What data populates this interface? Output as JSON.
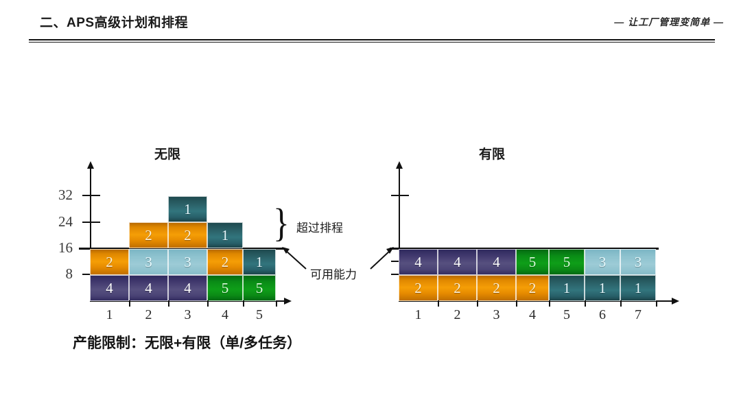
{
  "header": {
    "title": "二、APS高级计划和排程",
    "tagline": "— 让工厂管理变简单 —"
  },
  "caption": "产能限制：无限+有限（单/多任务）",
  "annotations": {
    "over_schedule": "超过排程",
    "available_capacity": "可用能力",
    "brace_glyph": "}"
  },
  "charts": {
    "left": {
      "title": "无限",
      "y_ticks": [
        "32",
        "24",
        "16",
        "8"
      ],
      "x_ticks": [
        "1",
        "2",
        "3",
        "4",
        "5"
      ],
      "capacity_level": "16"
    },
    "right": {
      "title": "有限",
      "y_ticks": [],
      "x_ticks": [
        "1",
        "2",
        "3",
        "4",
        "5",
        "6",
        "7"
      ],
      "capacity_level": "16"
    }
  },
  "chart_data": [
    {
      "type": "bar",
      "name": "infinite-capacity-load",
      "title": "无限",
      "xlabel": "",
      "ylabel": "",
      "categories": [
        "1",
        "2",
        "3",
        "4",
        "5"
      ],
      "ylim": [
        0,
        36
      ],
      "ytick_values": [
        8,
        16,
        24,
        32
      ],
      "capacity_line": 16,
      "stacked": true,
      "segments": [
        {
          "category": "1",
          "stack": [
            {
              "label": "4",
              "color": "#4b4476",
              "value": 8
            },
            {
              "label": "2",
              "color": "#f59e06",
              "value": 8
            }
          ]
        },
        {
          "category": "2",
          "stack": [
            {
              "label": "4",
              "color": "#4b4476",
              "value": 8
            },
            {
              "label": "3",
              "color": "#9ccbd6",
              "value": 8
            },
            {
              "label": "2",
              "color": "#f59e06",
              "value": 8
            }
          ]
        },
        {
          "category": "3",
          "stack": [
            {
              "label": "4",
              "color": "#4b4476",
              "value": 8
            },
            {
              "label": "3",
              "color": "#9ccbd6",
              "value": 8
            },
            {
              "label": "2",
              "color": "#f59e06",
              "value": 8
            },
            {
              "label": "1",
              "color": "#32757d",
              "value": 8
            }
          ]
        },
        {
          "category": "4",
          "stack": [
            {
              "label": "5",
              "color": "#0f9e19",
              "value": 8
            },
            {
              "label": "2",
              "color": "#f59e06",
              "value": 8
            },
            {
              "label": "1",
              "color": "#32757d",
              "value": 8
            }
          ]
        },
        {
          "category": "5",
          "stack": [
            {
              "label": "5",
              "color": "#0f9e19",
              "value": 8
            },
            {
              "label": "1",
              "color": "#32757d",
              "value": 8
            }
          ]
        }
      ]
    },
    {
      "type": "bar",
      "name": "finite-capacity-load",
      "title": "有限",
      "xlabel": "",
      "ylabel": "",
      "categories": [
        "1",
        "2",
        "3",
        "4",
        "5",
        "6",
        "7"
      ],
      "ylim": [
        0,
        36
      ],
      "capacity_line": 16,
      "stacked": true,
      "segments": [
        {
          "category": "1",
          "stack": [
            {
              "label": "2",
              "color": "#f59e06",
              "value": 8
            },
            {
              "label": "4",
              "color": "#4b4476",
              "value": 8
            }
          ]
        },
        {
          "category": "2",
          "stack": [
            {
              "label": "2",
              "color": "#f59e06",
              "value": 8
            },
            {
              "label": "4",
              "color": "#4b4476",
              "value": 8
            }
          ]
        },
        {
          "category": "3",
          "stack": [
            {
              "label": "2",
              "color": "#f59e06",
              "value": 8
            },
            {
              "label": "4",
              "color": "#4b4476",
              "value": 8
            }
          ]
        },
        {
          "category": "4",
          "stack": [
            {
              "label": "2",
              "color": "#f59e06",
              "value": 8
            },
            {
              "label": "5",
              "color": "#0f9e19",
              "value": 8
            }
          ]
        },
        {
          "category": "5",
          "stack": [
            {
              "label": "1",
              "color": "#32757d",
              "value": 8
            },
            {
              "label": "5",
              "color": "#0f9e19",
              "value": 8
            }
          ]
        },
        {
          "category": "6",
          "stack": [
            {
              "label": "1",
              "color": "#32757d",
              "value": 8
            },
            {
              "label": "3",
              "color": "#9ccbd6",
              "value": 8
            }
          ]
        },
        {
          "category": "7",
          "stack": [
            {
              "label": "1",
              "color": "#32757d",
              "value": 8
            },
            {
              "label": "3",
              "color": "#9ccbd6",
              "value": 8
            }
          ]
        }
      ]
    }
  ],
  "blocks": {
    "left": {
      "row_top": [
        "1"
      ],
      "row_mid": [
        "2",
        "2",
        "1"
      ],
      "row_cap": [
        "2",
        "3",
        "3",
        "2",
        "1"
      ],
      "row_base": [
        "4",
        "4",
        "4",
        "5",
        "5"
      ]
    },
    "right": {
      "row_top": [
        "4",
        "4",
        "4",
        "5",
        "5",
        "3",
        "3"
      ],
      "row_base": [
        "2",
        "2",
        "2",
        "2",
        "1",
        "1",
        "1"
      ]
    }
  },
  "colors": {
    "orange": "#f59e06",
    "purple": "#4b4476",
    "light_teal": "#9ccbd6",
    "green": "#0f9e19",
    "dark_teal": "#32757d",
    "axis": "#111111"
  }
}
